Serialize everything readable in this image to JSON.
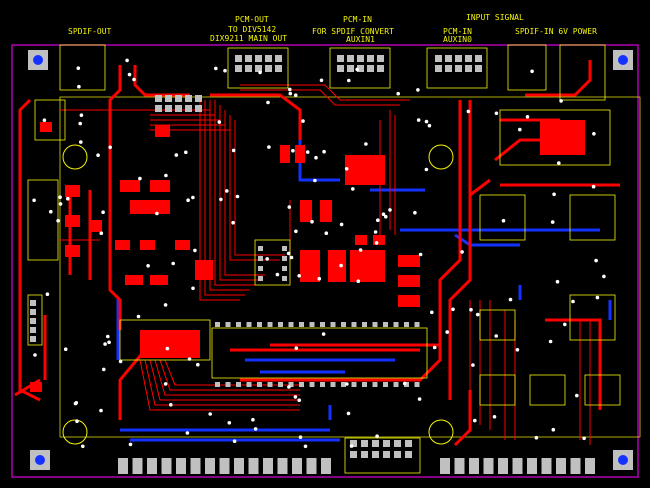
{
  "labels": {
    "spdif_out": "SPDIF-OUT",
    "pcm_out": "PCM-OUT",
    "pcm_out_to": "TO DIV5142",
    "dix_main_out": "DIX9211 MAIN OUT",
    "pcm_in_1": "PCM-IN",
    "for_spdif_convert": "FOR SPDIF CONVERT",
    "auxin1": "AUXIN1",
    "input_signal": "INPUT SIGNAL",
    "pcm_in_2": "PCM-IN",
    "auxin0": "AUXIN0",
    "spdif_in_power": "SPDIF-IN 6V POWER"
  },
  "colors": {
    "background": "#000000",
    "board_outline": "#b000b0",
    "top_copper": "#ff0000",
    "bottom_copper": "#1432ff",
    "silkscreen": "#f4f40a",
    "pad": "#c0c0c0",
    "via": "#ffffff"
  },
  "icons": {
    "mounting_hole": "circle-hole-icon",
    "via": "via-dot-icon"
  }
}
